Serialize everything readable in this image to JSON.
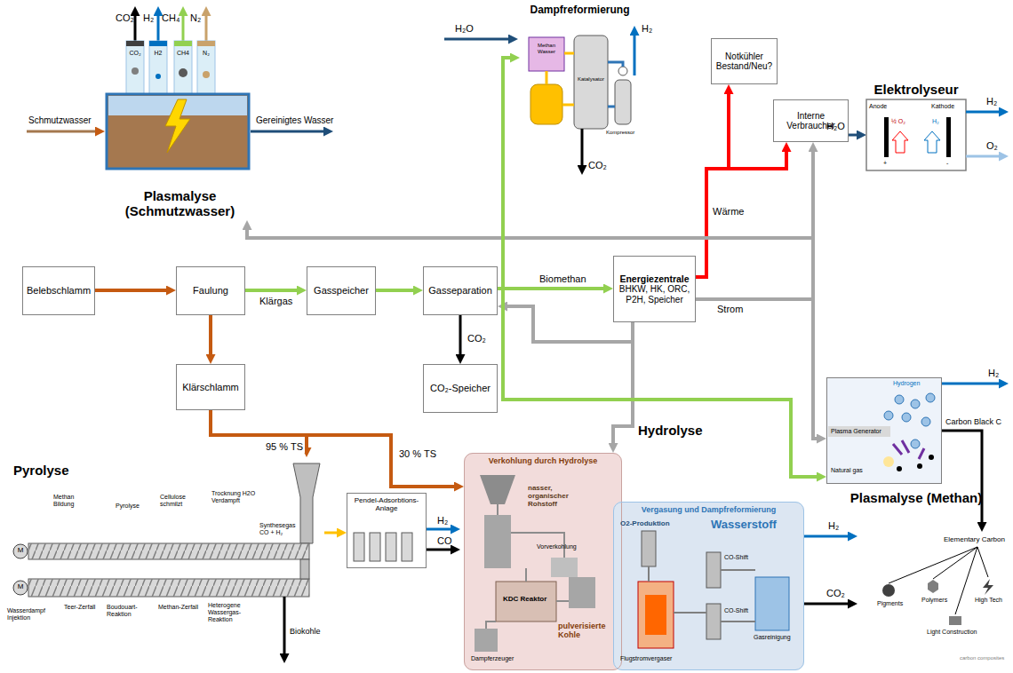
{
  "diagram": {
    "nodes": [
      {
        "text": [
          "Belebschlamm"
        ]
      },
      {
        "text": [
          "Faulung"
        ]
      },
      {
        "text": [
          "Gasspeicher"
        ]
      },
      {
        "text": [
          "Gasseparation"
        ]
      },
      {
        "text": [
          "Energiezentrale",
          "BHKW, HK, ORC, P2H, Speicher"
        ]
      },
      {
        "text": [
          "Klärschlamm"
        ]
      },
      {
        "text": [
          "CO₂-Speicher"
        ]
      },
      {
        "text": [
          "Notkühler Bestand/Neu?"
        ]
      },
      {
        "text": [
          "Interne Verbraucher"
        ]
      },
      {
        "text": [
          "Plasmalyse (Schmutzwasser)"
        ]
      },
      {
        "text": [
          "Dampfreformierung"
        ]
      },
      {
        "text": [
          "Elektrolyseur"
        ]
      },
      {
        "text": [
          "Plasmalyse (Methan)"
        ]
      },
      {
        "text": [
          "Pyrolyse"
        ]
      },
      {
        "text": [
          "Pendel-Adsorbtions-Anlage"
        ]
      },
      {
        "text": [
          "Verkohlung durch Hydrolyse"
        ]
      },
      {
        "text": [
          "Vergasung und Dampfreformierung"
        ]
      }
    ],
    "edges": [
      {
        "from": 0,
        "to": 1,
        "arrow": "to"
      },
      {
        "from": 1,
        "to": 2,
        "label": "Klärgas",
        "arrow": "to"
      },
      {
        "from": 2,
        "to": 3,
        "arrow": "to"
      },
      {
        "from": 3,
        "to": 4,
        "label": "Biomethan",
        "arrow": "to"
      },
      {
        "from": 3,
        "to": 6,
        "label": "CO₂",
        "arrow": "to"
      },
      {
        "from": 1,
        "to": 5,
        "arrow": "to"
      },
      {
        "from": 5,
        "to": 13,
        "label": "95 % TS",
        "arrow": "to"
      },
      {
        "from": 5,
        "to": 15,
        "label": "30 % TS",
        "arrow": "to"
      },
      {
        "from": 4,
        "to": 7,
        "label": "Wärme",
        "arrow": "to"
      },
      {
        "from": 4,
        "to": 8,
        "arrow": "to"
      },
      {
        "from": 4,
        "to": 8,
        "label": "Strom",
        "arrow": "to"
      },
      {
        "from": 4,
        "to": 9,
        "arrow": "to"
      },
      {
        "from": 4,
        "to": 12,
        "arrow": "to"
      },
      {
        "from": 4,
        "to": 3,
        "arrow": "to"
      },
      {
        "from": 4,
        "to": 15,
        "arrow": "to"
      },
      {
        "from": 3,
        "to": 10,
        "arrow": "to"
      },
      {
        "from": 3,
        "to": 12,
        "arrow": "to"
      },
      {
        "from": 13,
        "to": 14,
        "arrow": "to"
      }
    ],
    "labels": [
      "CO₂",
      "H₂",
      "CH₄",
      "N₂",
      "CO₂",
      "H2",
      "CH4",
      "N₂",
      "Schmutzwasser",
      "Gereinigtes Wasser",
      "H₂O",
      "H₂",
      "CO₂",
      "Methan Wasser",
      "Katalysator",
      "Kompressor",
      "H₂O",
      "Anode",
      "Kathode",
      "½ O₂",
      "H₂",
      "+",
      "-",
      "H₂",
      "O₂",
      "Hydrogen",
      "Plasma Generator",
      "Natural gas",
      "H₂",
      "Carbon Black C",
      "Elementary Carbon",
      "Pigments",
      "Polymers",
      "Light Construction",
      "High Tech",
      "carbon composites",
      "Methan Bildung",
      "Pyrolyse",
      "Cellulose schmilzt",
      "Trocknung H2O Verdampft",
      "Synthesegas CO + H₂",
      "M",
      "M",
      "Wasserdampf Injektion",
      "Teer-Zerfall",
      "Boudouart-Reaktion",
      "Methan-Zerfall",
      "Heterogene Wassergas-Reaktion",
      "Biokohle",
      "H₂",
      "CO",
      "Hydrolyse",
      "nasser, organischer Rohstoff",
      "Vorverkohlung",
      "KDC Reaktor",
      "pulverisierte Kohle",
      "Dampferzeuger",
      "O2-Produktion",
      "Wasserstoff",
      "CO-Shift",
      "CO-Shift",
      "Flugstromvergaser",
      "Gasreinigung",
      "H₂",
      "CO₂"
    ]
  }
}
